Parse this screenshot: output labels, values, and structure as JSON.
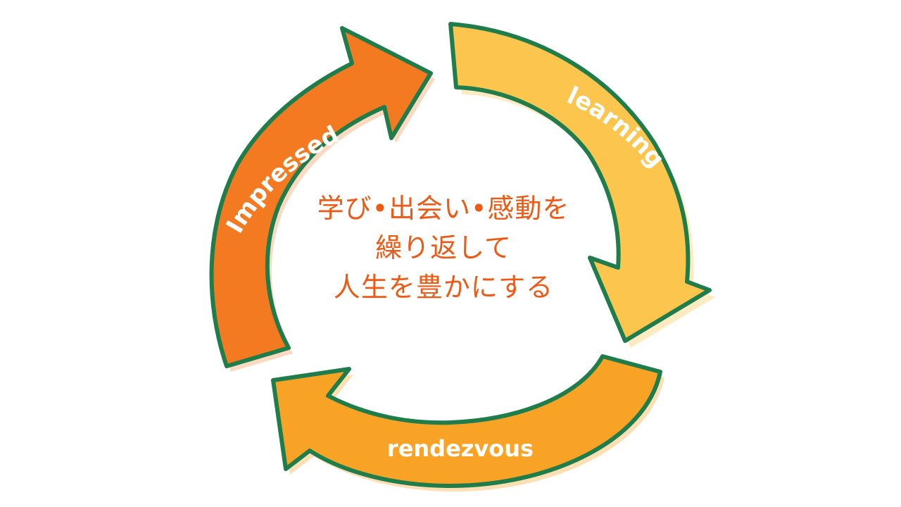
{
  "cycle": {
    "arrows": [
      {
        "label": "Impressed",
        "color": "#f47a22"
      },
      {
        "label": "learning",
        "color": "#fcc64e"
      },
      {
        "label": "rendezvous",
        "color": "#f8a226"
      }
    ],
    "outline_color": "#1f7d4c",
    "center_lines": [
      "学び•出会い•感動を",
      "繰り返して",
      "人生を豊かにする"
    ],
    "center_color": "#ee5a16"
  }
}
